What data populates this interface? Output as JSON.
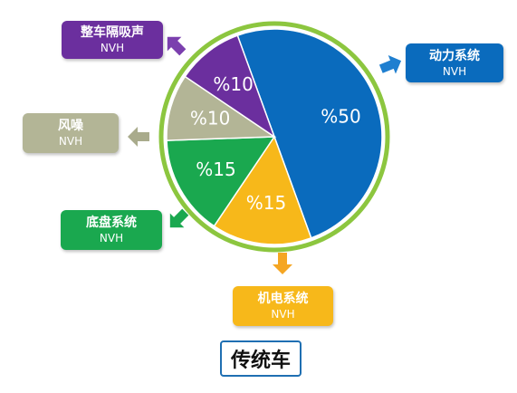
{
  "chart_data": {
    "type": "pie",
    "title": "",
    "caption": "传统车",
    "slices": [
      {
        "label": "%50",
        "value": 50,
        "color": "#0a6bbd",
        "category": "动力系统",
        "sub": "NVH"
      },
      {
        "label": "%15",
        "value": 15,
        "color": "#f7b81a",
        "category": "机电系统",
        "sub": "NVH"
      },
      {
        "label": "%15",
        "value": 15,
        "color": "#1aa84f",
        "category": "底盘系统",
        "sub": "NVH"
      },
      {
        "label": "%10",
        "value": 10,
        "color": "#b3b596",
        "category": "风噪",
        "sub": "NVH"
      },
      {
        "label": "%10",
        "value": 10,
        "color": "#6b2f9e",
        "category": "整车隔吸声",
        "sub": "NVH"
      }
    ],
    "ring_color": "#8cc63f"
  },
  "boxes": {
    "powertrain": {
      "title": "动力系统",
      "sub": "NVH",
      "color": "#0a6bbd",
      "arrow": "#1f7fd0"
    },
    "mechatronic": {
      "title": "机电系统",
      "sub": "NVH",
      "color": "#f7b81a",
      "arrow": "#f5a623"
    },
    "chassis": {
      "title": "底盘系统",
      "sub": "NVH",
      "color": "#1aa84f",
      "arrow": "#1aa84f"
    },
    "wind": {
      "title": "风噪",
      "sub": "NVH",
      "color": "#b3b596",
      "arrow": "#a9ab8c"
    },
    "insulation": {
      "title": "整车隔吸声",
      "sub": "NVH",
      "color": "#6b2f9e",
      "arrow": "#7b3fae"
    }
  }
}
